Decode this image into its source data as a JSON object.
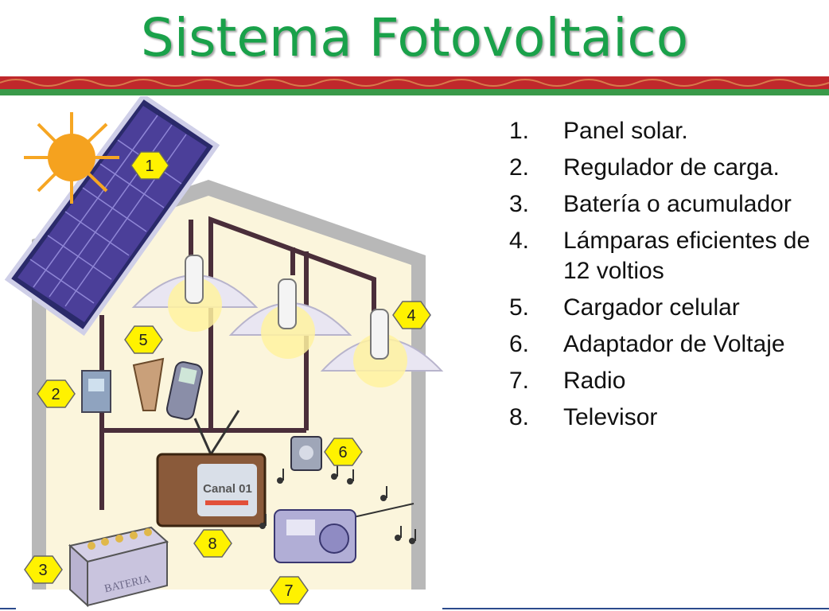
{
  "title": "Sistema Fotovoltaico",
  "colors": {
    "title": "#1aa14a",
    "band_red": "#c0282b",
    "band_green": "#3a9a4a",
    "badge": "#fff200"
  },
  "items": [
    {
      "num": "1.",
      "text": "Panel solar."
    },
    {
      "num": "2.",
      "text": "Regulador de carga."
    },
    {
      "num": "3.",
      "text": "Batería o acumulador"
    },
    {
      "num": "4.",
      "text": "Lámparas eficientes de 12 voltios"
    },
    {
      "num": "5.",
      "text": "Cargador celular"
    },
    {
      "num": "6.",
      "text": "Adaptador de Voltaje"
    },
    {
      "num": "7.",
      "text": "Radio"
    },
    {
      "num": "8.",
      "text": "Televisor"
    }
  ],
  "badges": [
    "1",
    "2",
    "3",
    "4",
    "5",
    "6",
    "7",
    "8"
  ],
  "tv_screen_text": "Canal 01",
  "battery_text": "BATERIA",
  "icons": [
    "sun-icon",
    "solar-panel-icon",
    "lamp-icon",
    "phone-icon",
    "charger-icon",
    "regulator-icon",
    "battery-icon",
    "tv-icon",
    "radio-icon",
    "adapter-icon",
    "music-note-icon"
  ]
}
